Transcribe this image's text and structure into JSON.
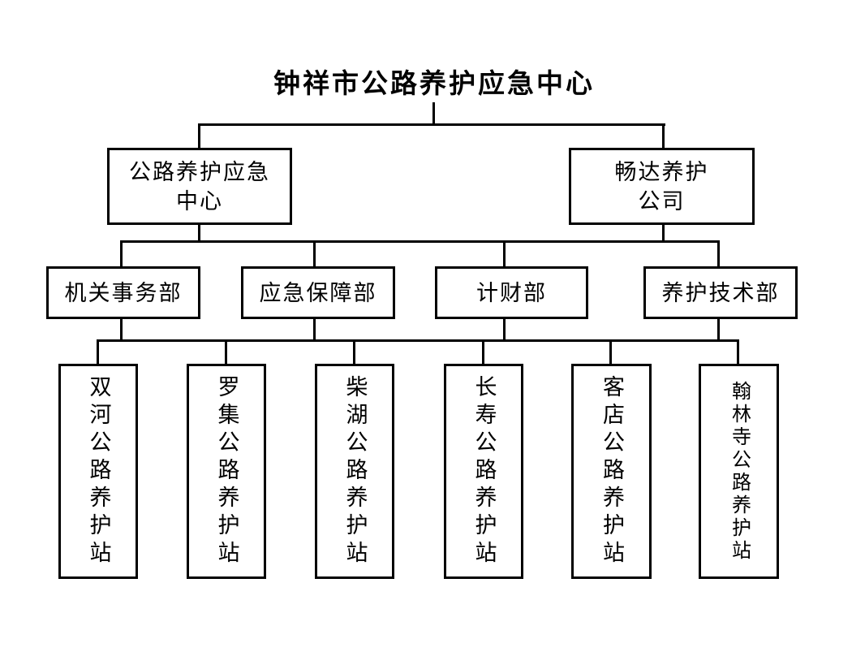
{
  "org_chart": {
    "title": "钟祥市公路养护应急中心",
    "branches": [
      {
        "label_line1": "公路养护应急",
        "label_line2": "中心"
      },
      {
        "label_line1": "畅达养护",
        "label_line2": "公司"
      }
    ],
    "departments": [
      {
        "label": "机关事务部"
      },
      {
        "label": "应急保障部"
      },
      {
        "label": "计财部"
      },
      {
        "label": "养护技术部"
      }
    ],
    "stations": [
      {
        "label": "双河公路养护站"
      },
      {
        "label": "罗集公路养护站"
      },
      {
        "label": "柴湖公路养护站"
      },
      {
        "label": "长寿公路养护站"
      },
      {
        "label": "客店公路养护站"
      },
      {
        "label": "翰林寺公路养护站"
      }
    ]
  },
  "colors": {
    "line": "#000000",
    "text": "#000000",
    "background": "#ffffff"
  }
}
